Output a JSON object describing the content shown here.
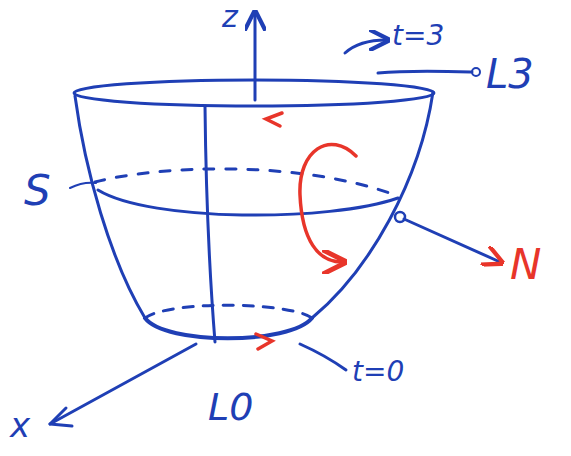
{
  "diagram": {
    "labels": [
      "z",
      "t=3",
      "L3",
      "S",
      "N",
      "t=0",
      "L0",
      "x"
    ]
  }
}
